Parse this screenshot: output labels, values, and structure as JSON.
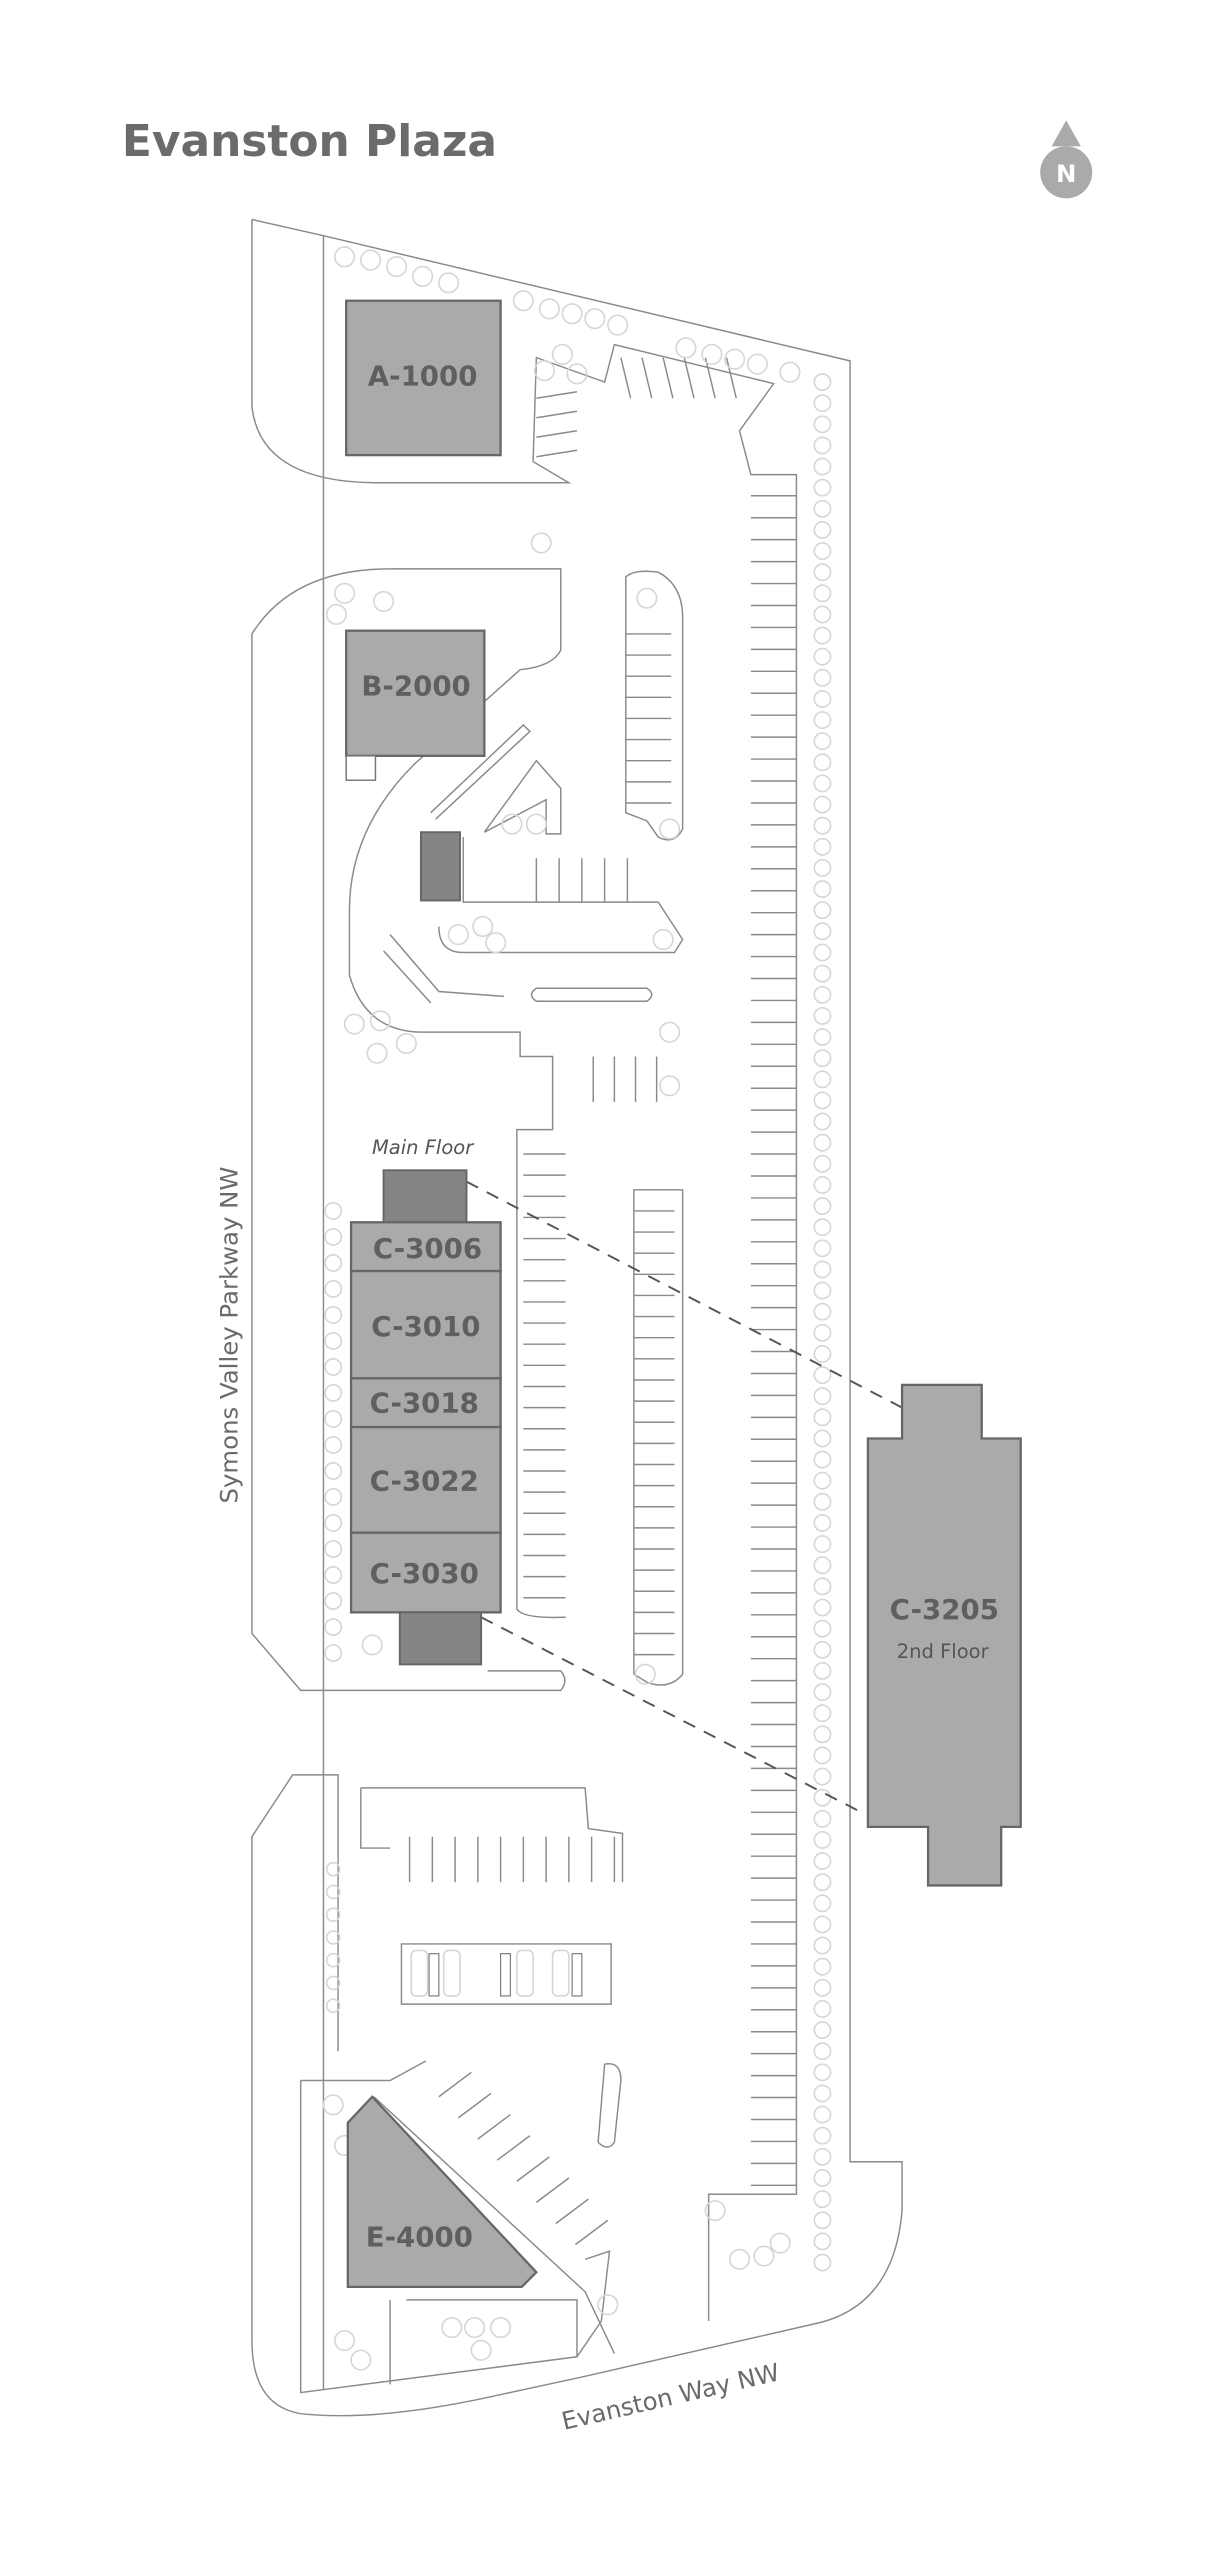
{
  "title": "Evanston Plaza",
  "north_label": "N",
  "roads": {
    "west": "Symons Valley Parkway NW",
    "south": "Evanston Way NW"
  },
  "floors": {
    "main": "Main Floor",
    "second": "2nd Floor"
  },
  "buildings": {
    "a1000": "A-1000",
    "b2000": "B-2000",
    "c3006": "C-3006",
    "c3010": "C-3010",
    "c3018": "C-3018",
    "c3022": "C-3022",
    "c3030": "C-3030",
    "c3205": "C-3205",
    "e4000": "E-4000"
  },
  "colors": {
    "building": "#aaaaaa",
    "building_dark": "#858585",
    "text": "#5f5f5f",
    "lines": "#8a8a8a"
  }
}
